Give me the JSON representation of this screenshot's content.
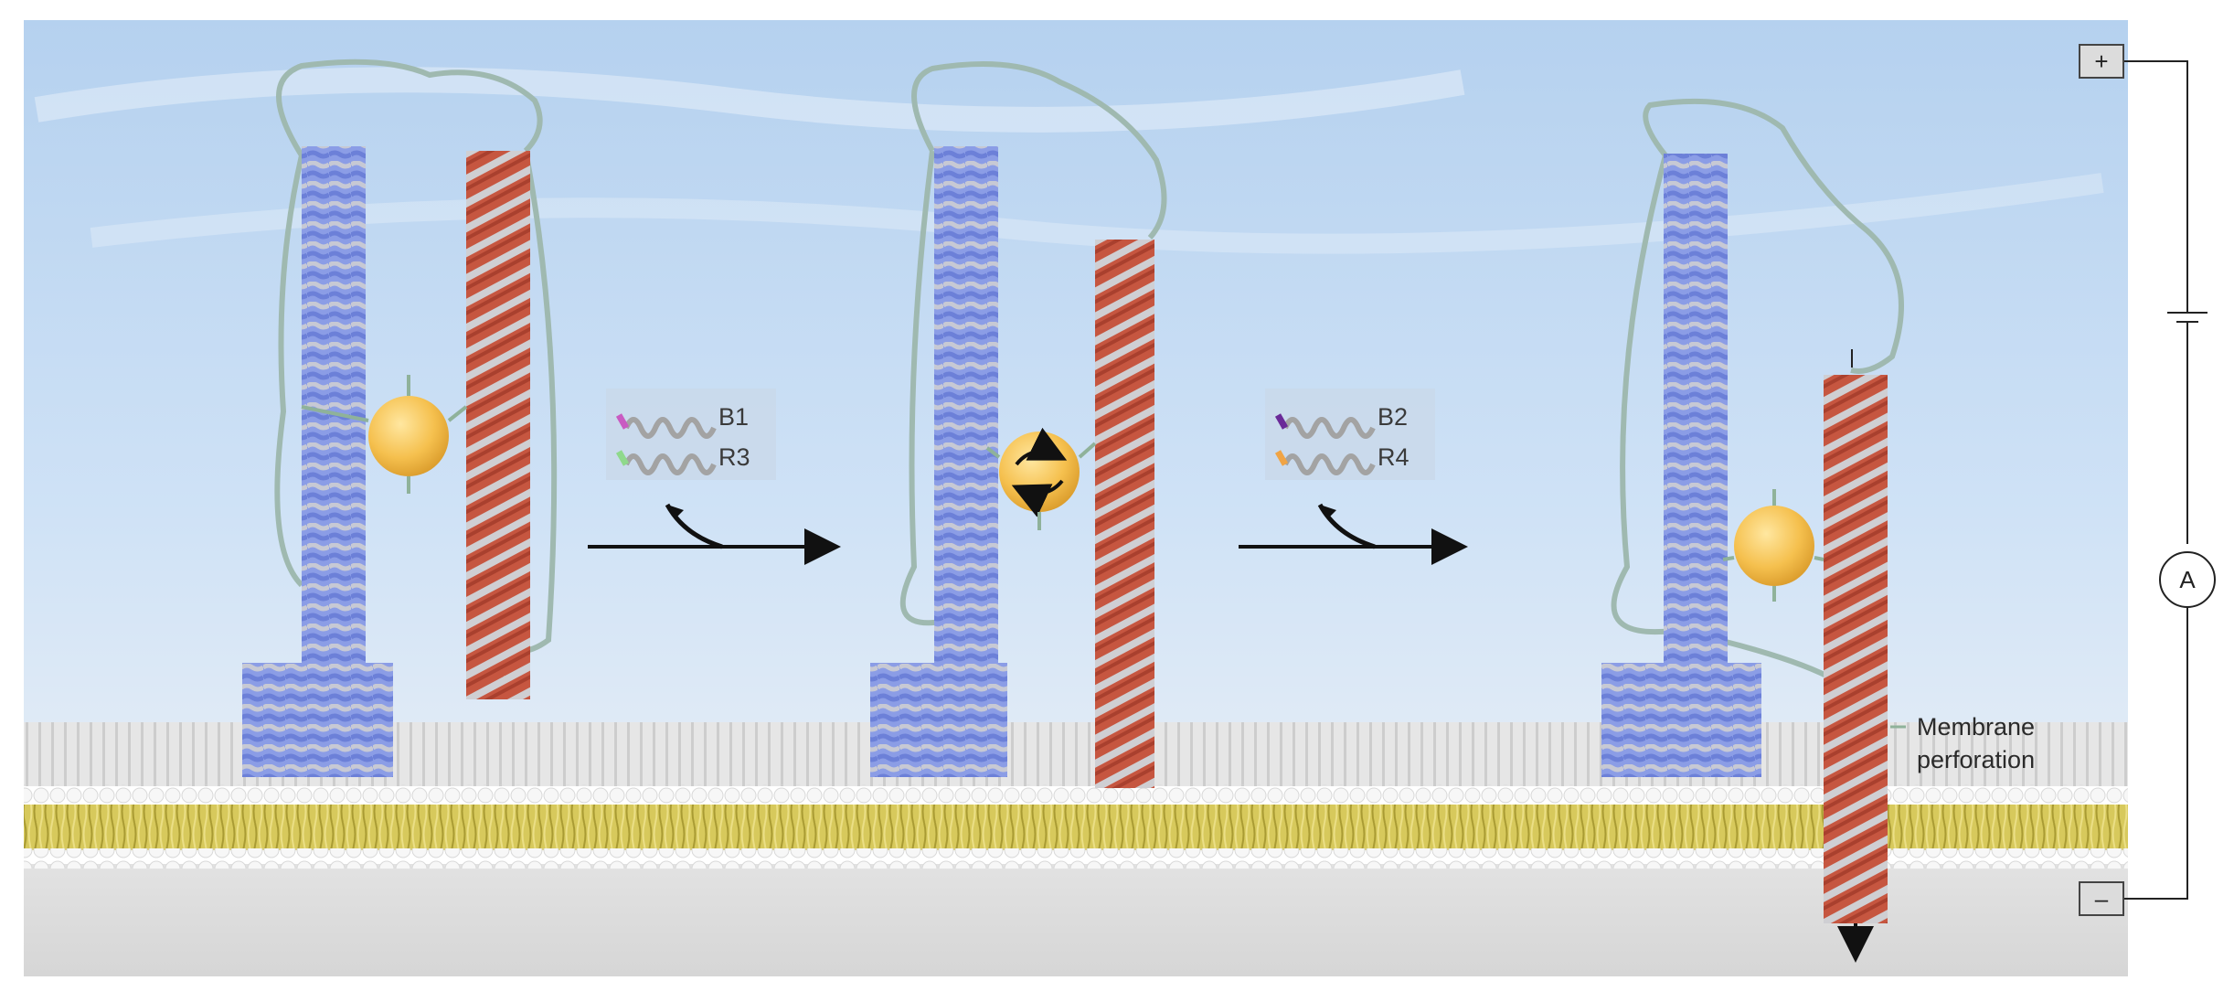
{
  "legend_1": {
    "items": [
      {
        "label": "B1",
        "color": "#c95bc2"
      },
      {
        "label": "R3",
        "color": "#8fd98c"
      }
    ]
  },
  "legend_2": {
    "items": [
      {
        "label": "B2",
        "color": "#6a2a98"
      },
      {
        "label": "R4",
        "color": "#f0a445"
      }
    ]
  },
  "annotation": {
    "line1": "Membrane",
    "line2": "perforation"
  },
  "circuit": {
    "plus": "+",
    "minus": "–",
    "ammeter": "A"
  },
  "colors": {
    "sky_top": "#b9d4f0",
    "sky_bottom": "#d9e8f7",
    "blue_bundle": "#7b8fe0",
    "red_bundle": "#c9553f",
    "bundle_grey": "#c4c4c8",
    "lipid_tail": "#c8b84a",
    "lipid_head": "#f4f4f4",
    "gold_particle": "#f5c04e",
    "linker": "#8fb29a"
  }
}
